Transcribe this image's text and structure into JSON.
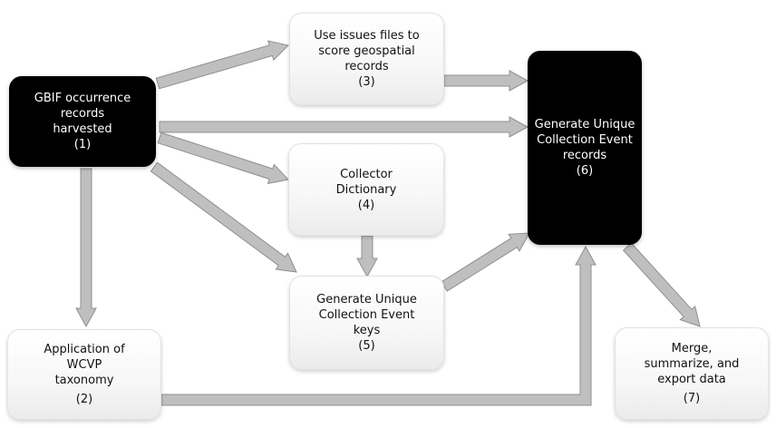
{
  "nodes": {
    "n1": {
      "lines": [
        "GBIF occurrence",
        "records",
        "harvested"
      ],
      "number": "(1)"
    },
    "n2": {
      "lines": [
        "Application of",
        "WCVP",
        "taxonomy"
      ],
      "number": "(2)"
    },
    "n3": {
      "lines": [
        "Use issues files to",
        "score geospatial",
        "records"
      ],
      "number": "(3)"
    },
    "n4": {
      "lines": [
        "Collector",
        "Dictionary"
      ],
      "number": "(4)"
    },
    "n5": {
      "lines": [
        "Generate Unique",
        "Collection Event",
        "keys"
      ],
      "number": "(5)"
    },
    "n6": {
      "lines": [
        "Generate Unique",
        "Collection Event",
        "records"
      ],
      "number": "(6)"
    },
    "n7": {
      "lines": [
        "Merge,",
        "summarize, and",
        "export data"
      ],
      "number": "(7)"
    }
  },
  "edges": [
    {
      "from": "n1",
      "to": "n3"
    },
    {
      "from": "n1",
      "to": "n6"
    },
    {
      "from": "n1",
      "to": "n4"
    },
    {
      "from": "n1",
      "to": "n5"
    },
    {
      "from": "n1",
      "to": "n2"
    },
    {
      "from": "n3",
      "to": "n6"
    },
    {
      "from": "n4",
      "to": "n5"
    },
    {
      "from": "n5",
      "to": "n6"
    },
    {
      "from": "n2",
      "to": "n6"
    },
    {
      "from": "n6",
      "to": "n7"
    }
  ],
  "colors": {
    "dark_node": "#000000",
    "light_node": "#f7f7f7",
    "arrow_fill": "#bfbfbf",
    "arrow_stroke": "#8f8f8f"
  }
}
